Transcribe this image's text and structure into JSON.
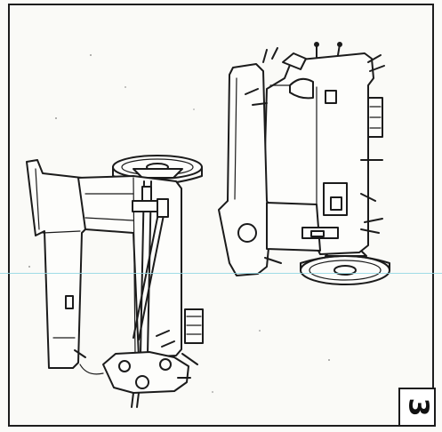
{
  "page": {
    "page_number": "3"
  },
  "figures": [
    {
      "name": "sewing-machine-head-left-view",
      "icon": "sewing-machine-icon"
    },
    {
      "name": "sewing-machine-head-right-view",
      "icon": "sewing-machine-icon"
    }
  ]
}
